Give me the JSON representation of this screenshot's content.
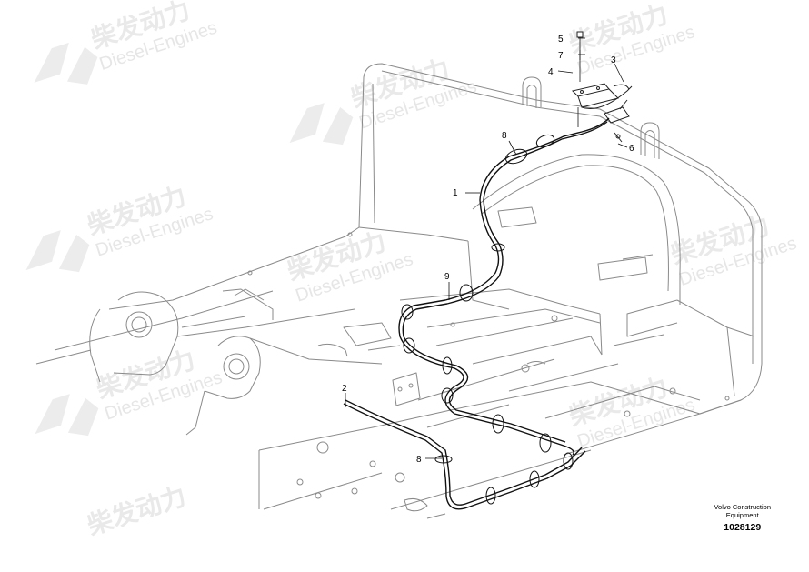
{
  "watermark": {
    "brand": "柴发动力",
    "sub": "Diesel-Engines"
  },
  "callouts": {
    "c1": "1",
    "c2": "2",
    "c3": "3",
    "c4": "4",
    "c5": "5",
    "c6": "6",
    "c7": "7",
    "c8a": "8",
    "c8b": "8",
    "c9": "9"
  },
  "credit": {
    "line1": "Volvo Construction",
    "line2": "Equipment",
    "id": "1028129"
  },
  "colors": {
    "drawing": "#8a8a8a",
    "cable": "#111111",
    "watermark": "#e9e9e9"
  }
}
